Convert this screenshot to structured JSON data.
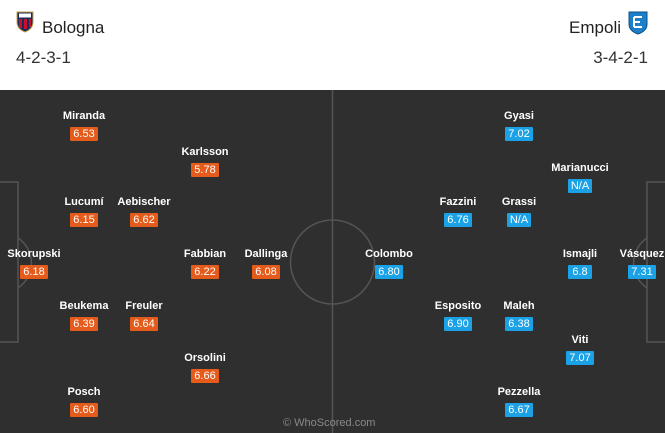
{
  "home": {
    "name": "Bologna",
    "formation": "4-2-3-1",
    "players": [
      {
        "name": "Skorupski",
        "rating": "6.18"
      },
      {
        "name": "Miranda",
        "rating": "6.53"
      },
      {
        "name": "Lucumí",
        "rating": "6.15"
      },
      {
        "name": "Beukema",
        "rating": "6.39"
      },
      {
        "name": "Posch",
        "rating": "6.60"
      },
      {
        "name": "Aebischer",
        "rating": "6.62"
      },
      {
        "name": "Freuler",
        "rating": "6.64"
      },
      {
        "name": "Karlsson",
        "rating": "5.78"
      },
      {
        "name": "Fabbian",
        "rating": "6.22"
      },
      {
        "name": "Orsolini",
        "rating": "6.66"
      },
      {
        "name": "Dallinga",
        "rating": "6.08"
      }
    ]
  },
  "away": {
    "name": "Empoli",
    "formation": "3-4-2-1",
    "players": [
      {
        "name": "Vásquez",
        "rating": "7.31"
      },
      {
        "name": "Ismajli",
        "rating": "6.8"
      },
      {
        "name": "Marianucci",
        "rating": "N/A"
      },
      {
        "name": "Viti",
        "rating": "7.07"
      },
      {
        "name": "Gyasi",
        "rating": "7.02"
      },
      {
        "name": "Grassi",
        "rating": "N/A"
      },
      {
        "name": "Maleh",
        "rating": "6.38"
      },
      {
        "name": "Pezzella",
        "rating": "6.67"
      },
      {
        "name": "Fazzini",
        "rating": "6.76"
      },
      {
        "name": "Esposito",
        "rating": "6.90"
      },
      {
        "name": "Colombo",
        "rating": "6.80"
      }
    ]
  },
  "watermark": "© WhoScored.com",
  "colors": {
    "home_rating": "#e55b1b",
    "away_rating": "#1aa1e6",
    "pitch": "#2f2f2f"
  }
}
